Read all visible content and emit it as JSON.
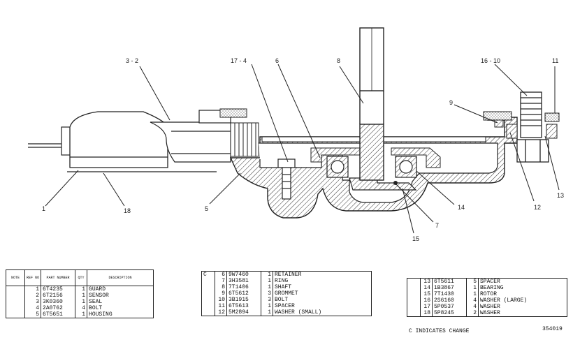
{
  "callouts": {
    "c_3_2": "3 - 2",
    "c_17_4": "17 - 4",
    "c_6": "6",
    "c_8": "8",
    "c_16_10": "16 - 10",
    "c_11": "11",
    "c_9": "9",
    "c_13": "13",
    "c_12": "12",
    "c_14": "14",
    "c_7": "7",
    "c_15": "15",
    "c_5": "5",
    "c_18": "18",
    "c_1": "1"
  },
  "table1": {
    "headers": {
      "note": "NOTE",
      "ref": "REF NO",
      "part": "PART NUMBER",
      "qty": "QTY",
      "desc": "DESCRIPTION"
    },
    "rows": [
      {
        "ref": "1",
        "part": "6T4235",
        "qty": "1",
        "desc": "GUARD"
      },
      {
        "ref": "2",
        "part": "6T2156",
        "qty": "1",
        "desc": "SENSOR"
      },
      {
        "ref": "3",
        "part": "3K0360",
        "qty": "1",
        "desc": "SEAL"
      },
      {
        "ref": "4",
        "part": "2A0762",
        "qty": "4",
        "desc": "BOLT"
      },
      {
        "ref": "5",
        "part": "6T5651",
        "qty": "1",
        "desc": "HOUSING"
      }
    ]
  },
  "table2": {
    "rows": [
      {
        "note": "C",
        "ref": "6",
        "part": "9W7460",
        "qty": "1",
        "desc": "RETAINER"
      },
      {
        "note": "",
        "ref": "7",
        "part": "3H3581",
        "qty": "1",
        "desc": "RING"
      },
      {
        "note": "",
        "ref": "8",
        "part": "7T1406",
        "qty": "1",
        "desc": "SHAFT"
      },
      {
        "note": "",
        "ref": "9",
        "part": "6T5612",
        "qty": "3",
        "desc": "GROMMET"
      },
      {
        "note": "",
        "ref": "10",
        "part": "3B1915",
        "qty": "3",
        "desc": "BOLT"
      },
      {
        "note": "",
        "ref": "11",
        "part": "6T5613",
        "qty": "1",
        "desc": "SPACER"
      },
      {
        "note": "",
        "ref": "12",
        "part": "5M2894",
        "qty": "1",
        "desc": "WASHER  (SMALL)"
      }
    ]
  },
  "table3": {
    "rows": [
      {
        "ref": "13",
        "part": "6T5611",
        "qty": "5",
        "desc": "SPACER"
      },
      {
        "ref": "14",
        "part": "1B3867",
        "qty": "1",
        "desc": "BEARING"
      },
      {
        "ref": "15",
        "part": "7T1430",
        "qty": "1",
        "desc": "ROTOR"
      },
      {
        "ref": "16",
        "part": "2S6160",
        "qty": "4",
        "desc": "WASHER  (LARGE)"
      },
      {
        "ref": "17",
        "part": "5P0537",
        "qty": "4",
        "desc": "WASHER"
      },
      {
        "ref": "18",
        "part": "5P8245",
        "qty": "2",
        "desc": "WASHER"
      }
    ]
  },
  "change_note": "C   INDICATES CHANGE",
  "drawing_number": "354019"
}
